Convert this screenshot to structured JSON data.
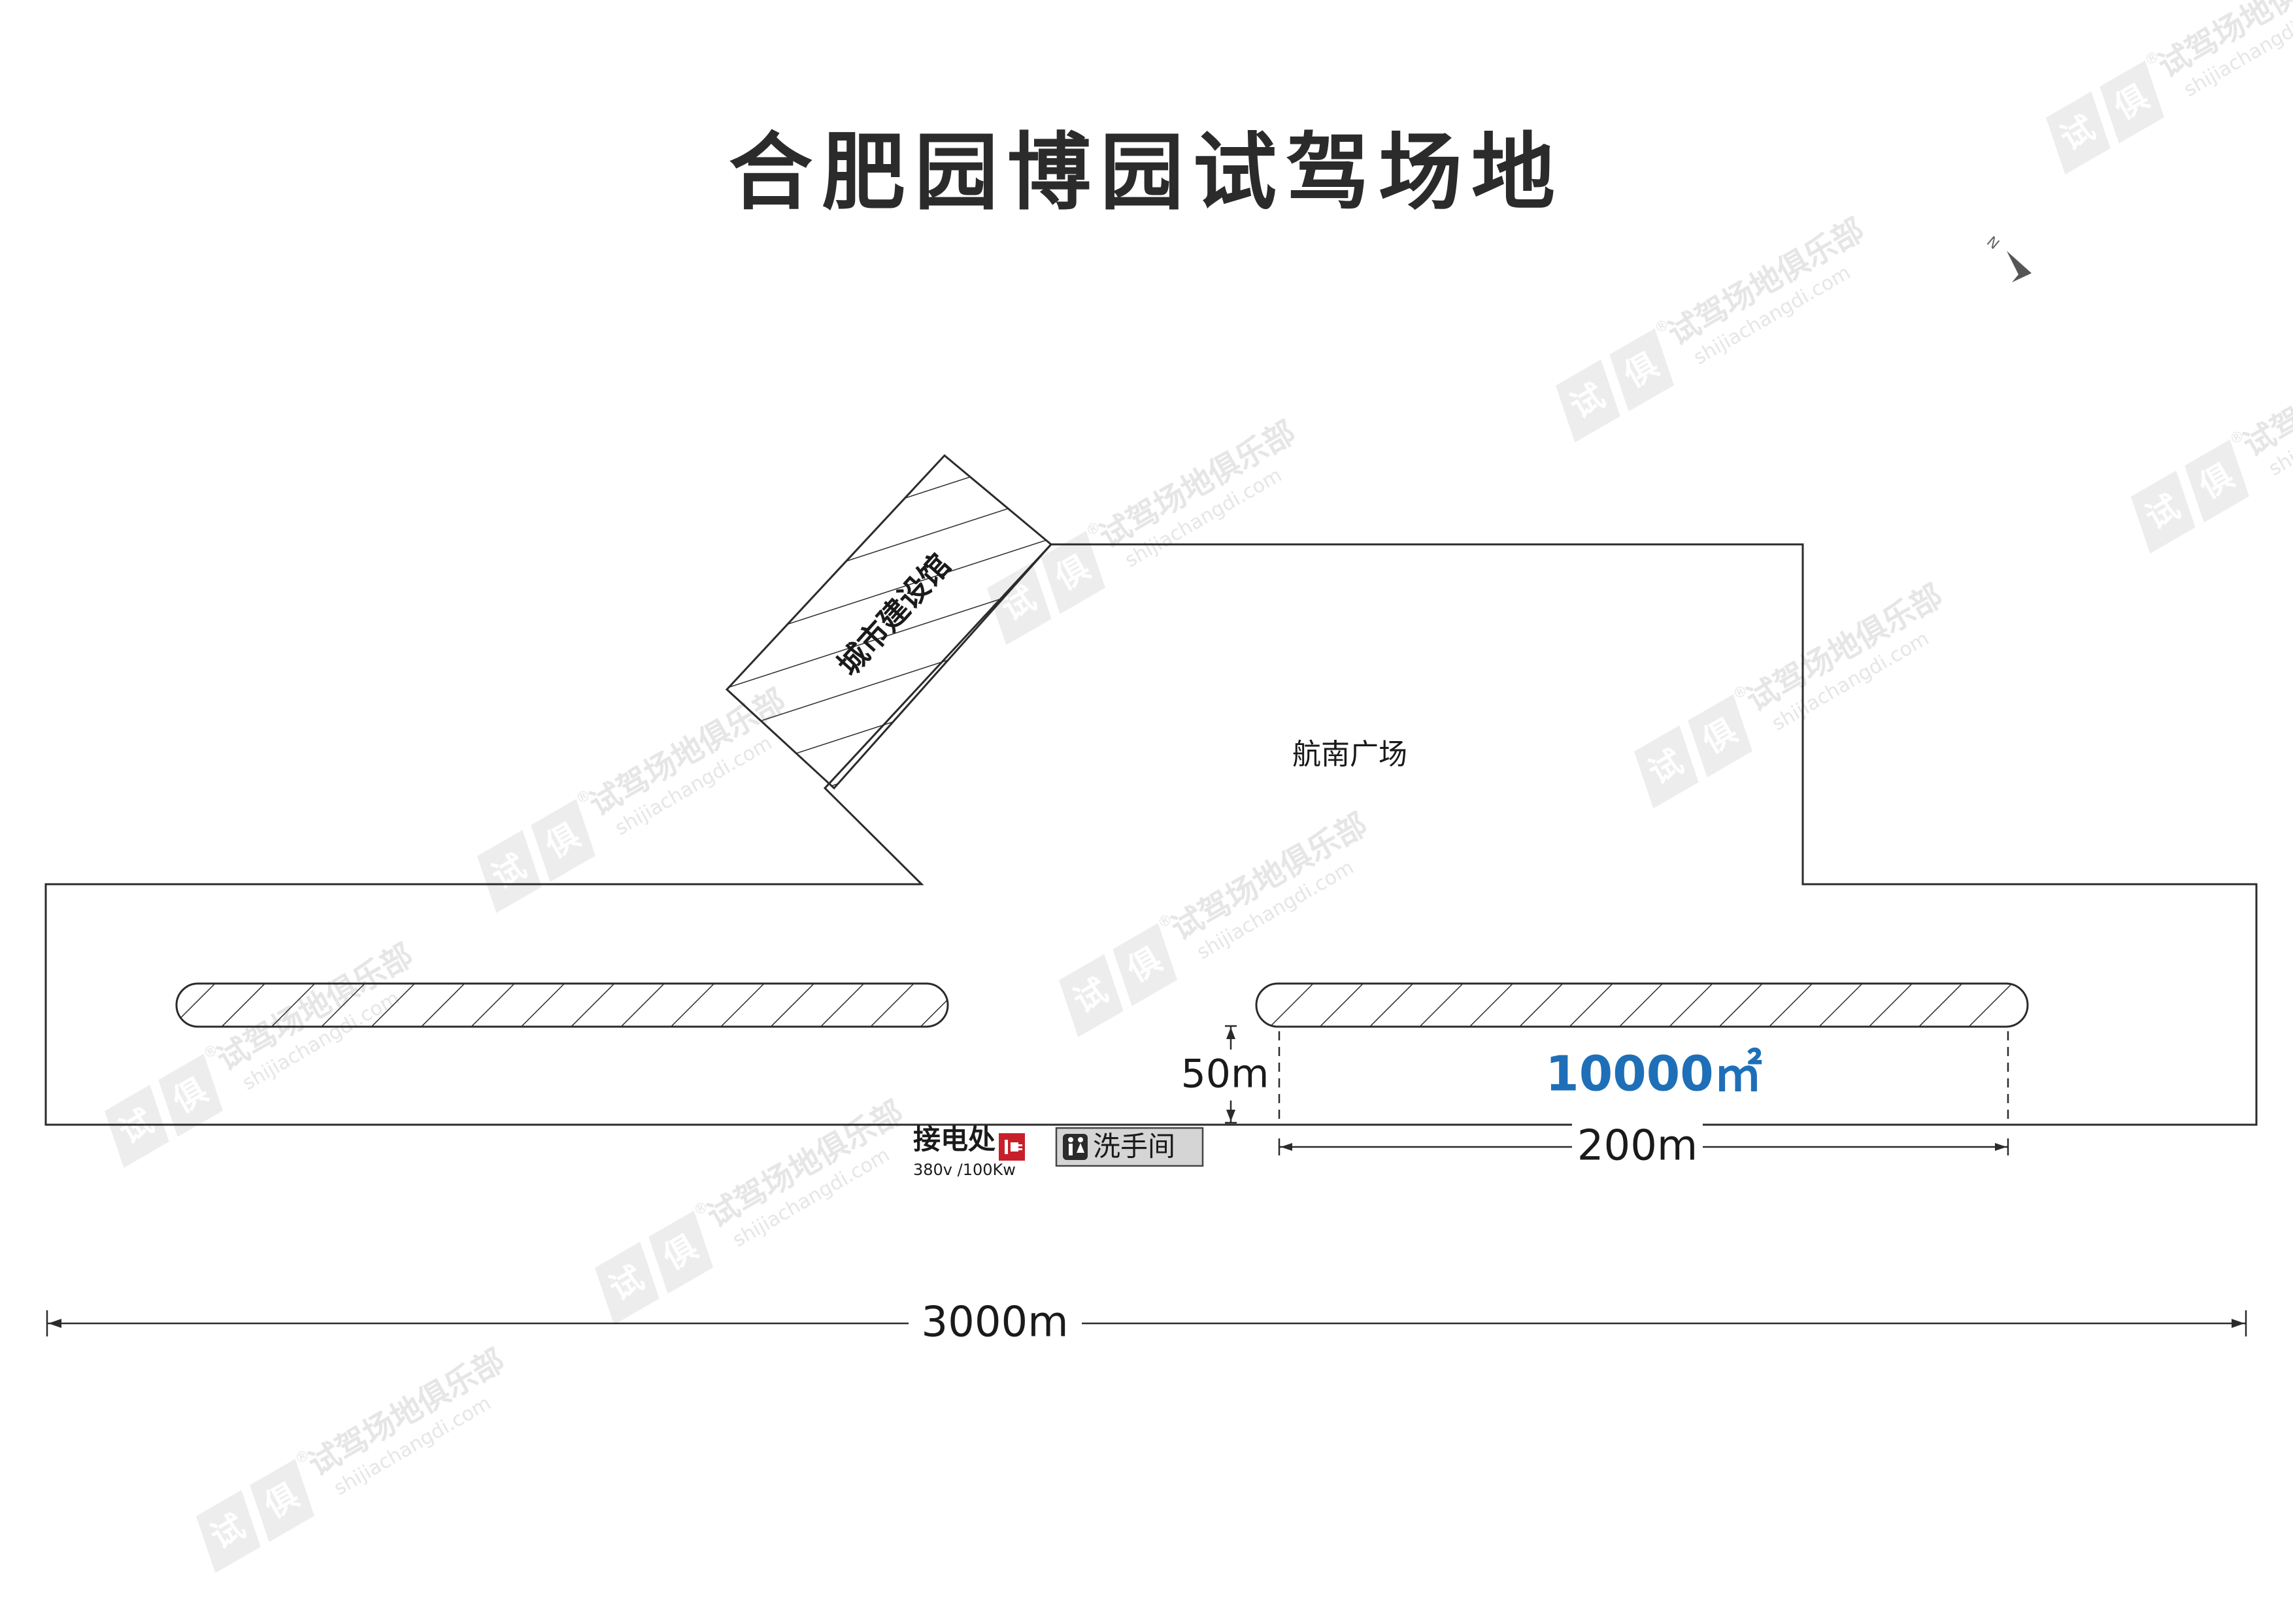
{
  "title": "合肥园博园试驾场地",
  "compass": {
    "label": "N"
  },
  "buildings": {
    "city_hall": "城市建设馆",
    "plaza": "航南广场"
  },
  "dimensions": {
    "width_50m": "50m",
    "area": "10000㎡",
    "length_200m": "200m",
    "total_3000m": "3000m"
  },
  "facilities": {
    "power": {
      "label": "接电处",
      "spec": "380v /100Kw",
      "color": "#c8202a"
    },
    "restroom": {
      "label": "洗手间"
    }
  },
  "watermark": {
    "name": "试驾场地俱乐部",
    "url": "shijiachangdi.com",
    "badge": [
      "试",
      "俱"
    ],
    "reg": "®"
  },
  "colors": {
    "accent": "#1e6fb8",
    "line": "#2b2b2b"
  }
}
